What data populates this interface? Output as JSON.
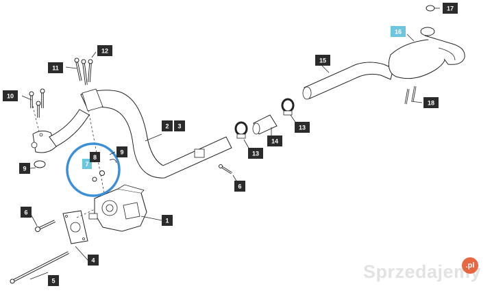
{
  "callouts": [
    {
      "id": "c1",
      "label": "1"
    },
    {
      "id": "c2",
      "label": "2"
    },
    {
      "id": "c3",
      "label": "3"
    },
    {
      "id": "c4",
      "label": "4"
    },
    {
      "id": "c5",
      "label": "5"
    },
    {
      "id": "c6a",
      "label": "6"
    },
    {
      "id": "c6b",
      "label": "6"
    },
    {
      "id": "c7",
      "label": "7",
      "highlight": true
    },
    {
      "id": "c8",
      "label": "8"
    },
    {
      "id": "c9a",
      "label": "9"
    },
    {
      "id": "c9b",
      "label": "9"
    },
    {
      "id": "c10",
      "label": "10"
    },
    {
      "id": "c11",
      "label": "11"
    },
    {
      "id": "c12",
      "label": "12"
    },
    {
      "id": "c13a",
      "label": "13"
    },
    {
      "id": "c13b",
      "label": "13"
    },
    {
      "id": "c14",
      "label": "14"
    },
    {
      "id": "c15",
      "label": "15"
    },
    {
      "id": "c16",
      "label": "16",
      "highlight": true
    },
    {
      "id": "c17",
      "label": "17"
    },
    {
      "id": "c18",
      "label": "18"
    }
  ],
  "watermark": {
    "text": "Sprzedajemy",
    "badge": ".pl"
  },
  "colors": {
    "callout": "#2b2b2b",
    "highlight": "#6cc6de",
    "circle": "#3a8fd6"
  }
}
